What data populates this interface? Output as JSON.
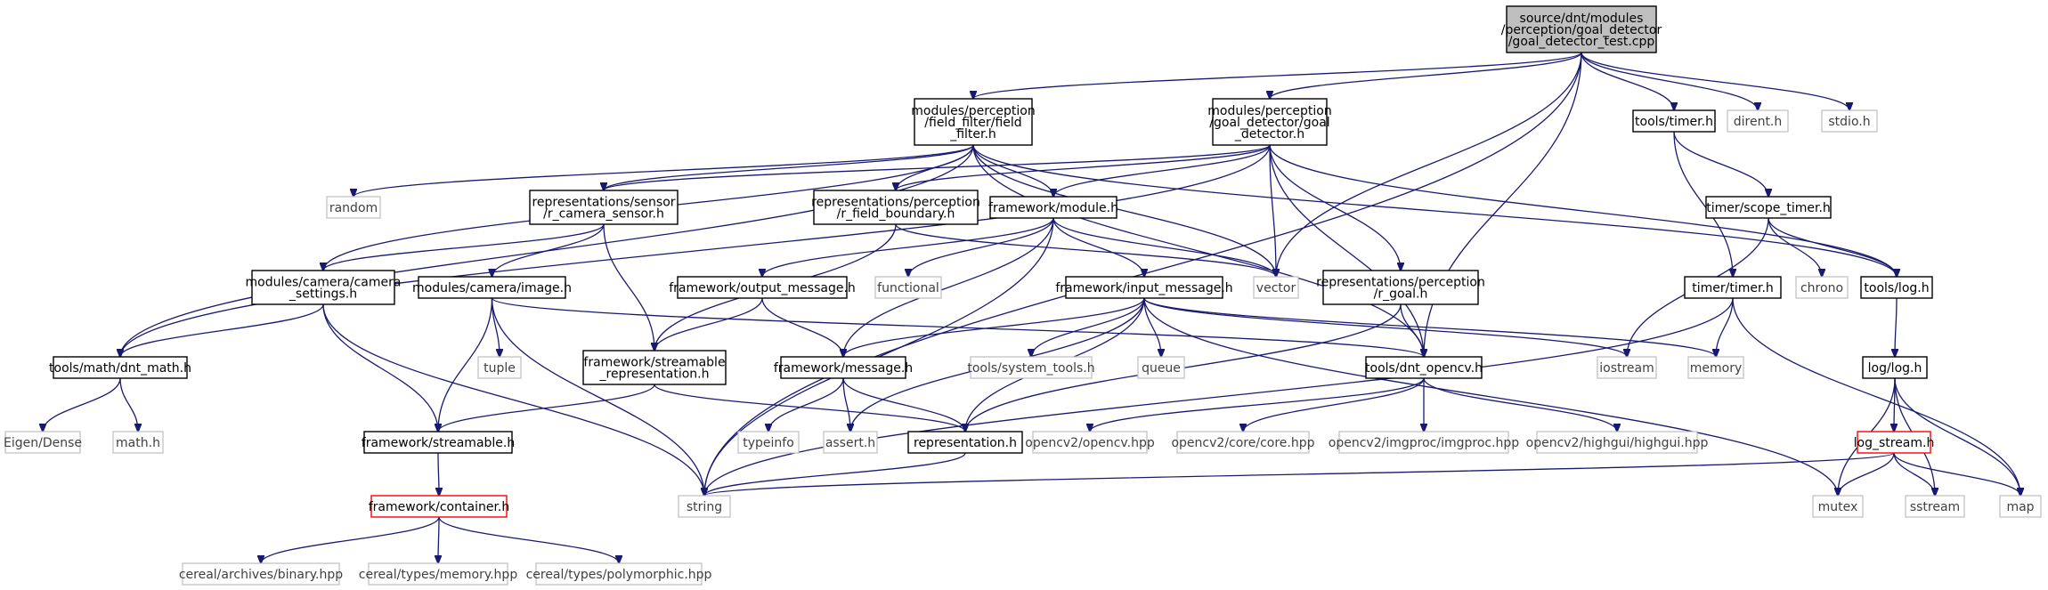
{
  "graph": {
    "nodes": [
      {
        "id": "root",
        "lines": [
          "source/dnt/modules",
          "/perception/goal_detector",
          "/goal_detector_test.cpp"
        ],
        "style": "root"
      },
      {
        "id": "field_filter",
        "lines": [
          "modules/perception",
          "/field_filter/field",
          "_filter.h"
        ],
        "style": "box"
      },
      {
        "id": "goal_detector",
        "lines": [
          "modules/perception",
          "/goal_detector/goal",
          "_detector.h"
        ],
        "style": "box"
      },
      {
        "id": "tools_timer",
        "lines": [
          "tools/timer.h"
        ],
        "style": "box"
      },
      {
        "id": "dirent",
        "lines": [
          "dirent.h"
        ],
        "style": "gray"
      },
      {
        "id": "stdio",
        "lines": [
          "stdio.h"
        ],
        "style": "gray"
      },
      {
        "id": "random",
        "lines": [
          "random"
        ],
        "style": "gray"
      },
      {
        "id": "r_camera_sensor",
        "lines": [
          "representations/sensor",
          "/r_camera_sensor.h"
        ],
        "style": "box"
      },
      {
        "id": "r_field_boundary",
        "lines": [
          "representations/perception",
          "/r_field_boundary.h"
        ],
        "style": "box"
      },
      {
        "id": "module",
        "lines": [
          "framework/module.h"
        ],
        "style": "box"
      },
      {
        "id": "scope_timer",
        "lines": [
          "timer/scope_timer.h"
        ],
        "style": "box"
      },
      {
        "id": "camera_settings",
        "lines": [
          "modules/camera/camera",
          "_settings.h"
        ],
        "style": "box"
      },
      {
        "id": "camera_image",
        "lines": [
          "modules/camera/image.h"
        ],
        "style": "box"
      },
      {
        "id": "output_message",
        "lines": [
          "framework/output_message.h"
        ],
        "style": "box"
      },
      {
        "id": "functional",
        "lines": [
          "functional"
        ],
        "style": "gray"
      },
      {
        "id": "vector",
        "lines": [
          "vector"
        ],
        "style": "gray"
      },
      {
        "id": "input_message",
        "lines": [
          "framework/input_message.h"
        ],
        "style": "box"
      },
      {
        "id": "r_goal",
        "lines": [
          "representations/perception",
          "/r_goal.h"
        ],
        "style": "box"
      },
      {
        "id": "timer_timer",
        "lines": [
          "timer/timer.h"
        ],
        "style": "box"
      },
      {
        "id": "chrono",
        "lines": [
          "chrono"
        ],
        "style": "gray"
      },
      {
        "id": "tools_log",
        "lines": [
          "tools/log.h"
        ],
        "style": "box"
      },
      {
        "id": "dnt_math",
        "lines": [
          "tools/math/dnt_math.h"
        ],
        "style": "box"
      },
      {
        "id": "tuple",
        "lines": [
          "tuple"
        ],
        "style": "gray"
      },
      {
        "id": "streamable_repr",
        "lines": [
          "framework/streamable",
          "_representation.h"
        ],
        "style": "box"
      },
      {
        "id": "message",
        "lines": [
          "framework/message.h"
        ],
        "style": "box"
      },
      {
        "id": "system_tools",
        "lines": [
          "tools/system_tools.h"
        ],
        "style": "gray"
      },
      {
        "id": "queue",
        "lines": [
          "queue"
        ],
        "style": "gray"
      },
      {
        "id": "dnt_opencv",
        "lines": [
          "tools/dnt_opencv.h"
        ],
        "style": "box"
      },
      {
        "id": "iostream",
        "lines": [
          "iostream"
        ],
        "style": "gray"
      },
      {
        "id": "memory",
        "lines": [
          "memory"
        ],
        "style": "gray"
      },
      {
        "id": "log_log",
        "lines": [
          "log/log.h"
        ],
        "style": "box"
      },
      {
        "id": "eigen_dense",
        "lines": [
          "Eigen/Dense"
        ],
        "style": "gray"
      },
      {
        "id": "math_h",
        "lines": [
          "math.h"
        ],
        "style": "gray"
      },
      {
        "id": "streamable",
        "lines": [
          "framework/streamable.h"
        ],
        "style": "box"
      },
      {
        "id": "typeinfo",
        "lines": [
          "typeinfo"
        ],
        "style": "gray"
      },
      {
        "id": "assert",
        "lines": [
          "assert.h"
        ],
        "style": "gray"
      },
      {
        "id": "representation",
        "lines": [
          "representation.h"
        ],
        "style": "box"
      },
      {
        "id": "opencv_hpp",
        "lines": [
          "opencv2/opencv.hpp"
        ],
        "style": "gray"
      },
      {
        "id": "opencv_core",
        "lines": [
          "opencv2/core/core.hpp"
        ],
        "style": "gray"
      },
      {
        "id": "opencv_imgproc",
        "lines": [
          "opencv2/imgproc/imgproc.hpp"
        ],
        "style": "gray"
      },
      {
        "id": "opencv_highgui",
        "lines": [
          "opencv2/highgui/highgui.hpp"
        ],
        "style": "gray"
      },
      {
        "id": "log_stream",
        "lines": [
          "log_stream.h"
        ],
        "style": "red"
      },
      {
        "id": "container",
        "lines": [
          "framework/container.h"
        ],
        "style": "red"
      },
      {
        "id": "string",
        "lines": [
          "string"
        ],
        "style": "gray"
      },
      {
        "id": "mutex",
        "lines": [
          "mutex"
        ],
        "style": "gray"
      },
      {
        "id": "sstream",
        "lines": [
          "sstream"
        ],
        "style": "gray"
      },
      {
        "id": "map",
        "lines": [
          "map"
        ],
        "style": "gray"
      },
      {
        "id": "cereal_binary",
        "lines": [
          "cereal/archives/binary.hpp"
        ],
        "style": "gray"
      },
      {
        "id": "cereal_memory",
        "lines": [
          "cereal/types/memory.hpp"
        ],
        "style": "gray"
      },
      {
        "id": "cereal_poly",
        "lines": [
          "cereal/types/polymorphic.hpp"
        ],
        "style": "gray"
      }
    ],
    "edges": [
      [
        "root",
        "field_filter"
      ],
      [
        "root",
        "goal_detector"
      ],
      [
        "root",
        "tools_timer"
      ],
      [
        "root",
        "dirent"
      ],
      [
        "root",
        "stdio"
      ],
      [
        "root",
        "vector"
      ],
      [
        "root",
        "dnt_opencv"
      ],
      [
        "root",
        "string"
      ],
      [
        "field_filter",
        "random"
      ],
      [
        "field_filter",
        "r_camera_sensor"
      ],
      [
        "field_filter",
        "r_field_boundary"
      ],
      [
        "field_filter",
        "module"
      ],
      [
        "field_filter",
        "vector"
      ],
      [
        "field_filter",
        "dnt_math"
      ],
      [
        "field_filter",
        "camera_settings"
      ],
      [
        "field_filter",
        "tools_log"
      ],
      [
        "field_filter",
        "dnt_opencv"
      ],
      [
        "goal_detector",
        "r_camera_sensor"
      ],
      [
        "goal_detector",
        "r_field_boundary"
      ],
      [
        "goal_detector",
        "module"
      ],
      [
        "goal_detector",
        "vector"
      ],
      [
        "goal_detector",
        "r_goal"
      ],
      [
        "goal_detector",
        "tools_log"
      ],
      [
        "goal_detector",
        "dnt_opencv"
      ],
      [
        "goal_detector",
        "dnt_math"
      ],
      [
        "tools_timer",
        "scope_timer"
      ],
      [
        "tools_timer",
        "timer_timer"
      ],
      [
        "r_camera_sensor",
        "camera_settings"
      ],
      [
        "r_camera_sensor",
        "camera_image"
      ],
      [
        "r_camera_sensor",
        "streamable_repr"
      ],
      [
        "r_field_boundary",
        "vector"
      ],
      [
        "r_field_boundary",
        "streamable_repr"
      ],
      [
        "module",
        "output_message"
      ],
      [
        "module",
        "functional"
      ],
      [
        "module",
        "vector"
      ],
      [
        "module",
        "input_message"
      ],
      [
        "module",
        "message"
      ],
      [
        "module",
        "string"
      ],
      [
        "scope_timer",
        "chrono"
      ],
      [
        "scope_timer",
        "tools_log"
      ],
      [
        "scope_timer",
        "iostream"
      ],
      [
        "camera_settings",
        "dnt_math"
      ],
      [
        "camera_settings",
        "streamable"
      ],
      [
        "camera_settings",
        "string"
      ],
      [
        "camera_image",
        "tuple"
      ],
      [
        "camera_image",
        "streamable"
      ],
      [
        "camera_image",
        "dnt_opencv"
      ],
      [
        "camera_image",
        "string"
      ],
      [
        "output_message",
        "streamable_repr"
      ],
      [
        "output_message",
        "message"
      ],
      [
        "input_message",
        "message"
      ],
      [
        "input_message",
        "system_tools"
      ],
      [
        "input_message",
        "queue"
      ],
      [
        "input_message",
        "assert"
      ],
      [
        "input_message",
        "representation"
      ],
      [
        "input_message",
        "iostream"
      ],
      [
        "input_message",
        "memory"
      ],
      [
        "input_message",
        "mutex"
      ],
      [
        "r_goal",
        "dnt_opencv"
      ],
      [
        "r_goal",
        "representation"
      ],
      [
        "timer_timer",
        "memory"
      ],
      [
        "timer_timer",
        "string"
      ],
      [
        "timer_timer",
        "map"
      ],
      [
        "tools_log",
        "log_log"
      ],
      [
        "dnt_math",
        "eigen_dense"
      ],
      [
        "dnt_math",
        "math_h"
      ],
      [
        "streamable_repr",
        "streamable"
      ],
      [
        "streamable_repr",
        "representation"
      ],
      [
        "message",
        "typeinfo"
      ],
      [
        "message",
        "assert"
      ],
      [
        "message",
        "representation"
      ],
      [
        "dnt_opencv",
        "opencv_hpp"
      ],
      [
        "dnt_opencv",
        "opencv_core"
      ],
      [
        "dnt_opencv",
        "opencv_imgproc"
      ],
      [
        "dnt_opencv",
        "opencv_highgui"
      ],
      [
        "log_log",
        "log_stream"
      ],
      [
        "log_log",
        "mutex"
      ],
      [
        "log_log",
        "sstream"
      ],
      [
        "log_log",
        "map"
      ],
      [
        "streamable",
        "container"
      ],
      [
        "representation",
        "string"
      ],
      [
        "log_stream",
        "string"
      ],
      [
        "log_stream",
        "mutex"
      ],
      [
        "log_stream",
        "sstream"
      ],
      [
        "log_stream",
        "map"
      ],
      [
        "container",
        "cereal_binary"
      ],
      [
        "container",
        "cereal_memory"
      ],
      [
        "container",
        "cereal_poly"
      ]
    ]
  },
  "colors": {
    "edge": "#191970",
    "root_fill": "#bfbfbf",
    "node_border": "#000000",
    "system_border": "#bfbfbf",
    "truncated_border": "#ff0000"
  }
}
